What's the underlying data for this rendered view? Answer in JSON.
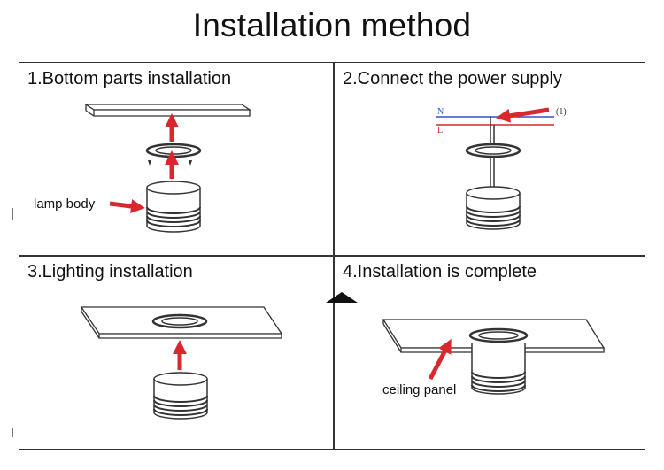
{
  "title": "Installation method",
  "steps": [
    {
      "label": "1.Bottom parts installation"
    },
    {
      "label": "2.Connect the power supply"
    },
    {
      "label": "3.Lighting installation"
    },
    {
      "label": "4.Installation is complete"
    }
  ],
  "callouts": {
    "lamp_body": "lamp body",
    "ceiling_panel": "ceiling panel"
  },
  "wiring": {
    "line_n": "N",
    "line_l": "L",
    "marker": "(1)"
  },
  "colors": {
    "arrow": "#d9272e",
    "wire_n": "#3050c8",
    "wire_l": "#d9272e",
    "lines": "#333333"
  }
}
